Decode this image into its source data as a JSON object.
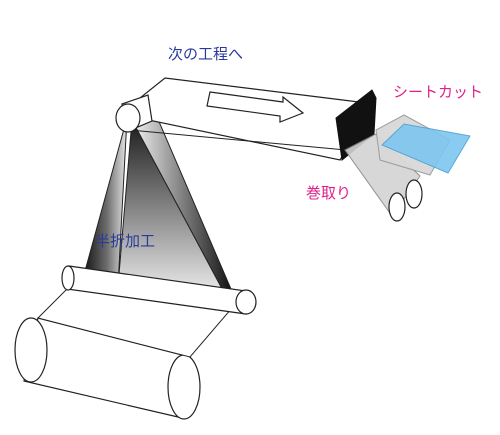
{
  "labels": {
    "next_process": "次の工程へ",
    "sheet_cut": "シートカット",
    "winding": "巻取り",
    "half_fold": "半折加工"
  },
  "colors": {
    "next_process_text": "#2a3a9a",
    "sheet_cut_text": "#e0218a",
    "winding_text": "#e0218a",
    "half_fold_text": "#2a3a9a",
    "cut_sheet_fill": "#7dc6f0",
    "film_gray": "#cfcfcf",
    "outline": "#222222"
  },
  "icons": {
    "flow_arrow": "right-arrow-icon"
  }
}
